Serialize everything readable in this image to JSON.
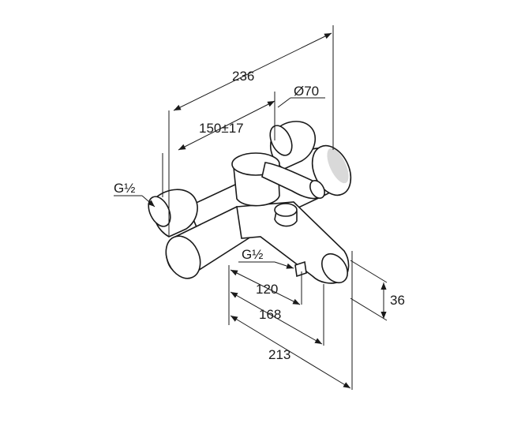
{
  "drawing": {
    "dimensions": {
      "overall_width": "236",
      "handle_diameter": "Ø70",
      "centre_distance": "150±17",
      "inlet_thread_left": "G½",
      "outlet_thread": "G½",
      "outlet_to_wall_120": "120",
      "outlet_to_wall_168": "168",
      "spout_projection": "213",
      "spout_height": "36"
    }
  }
}
